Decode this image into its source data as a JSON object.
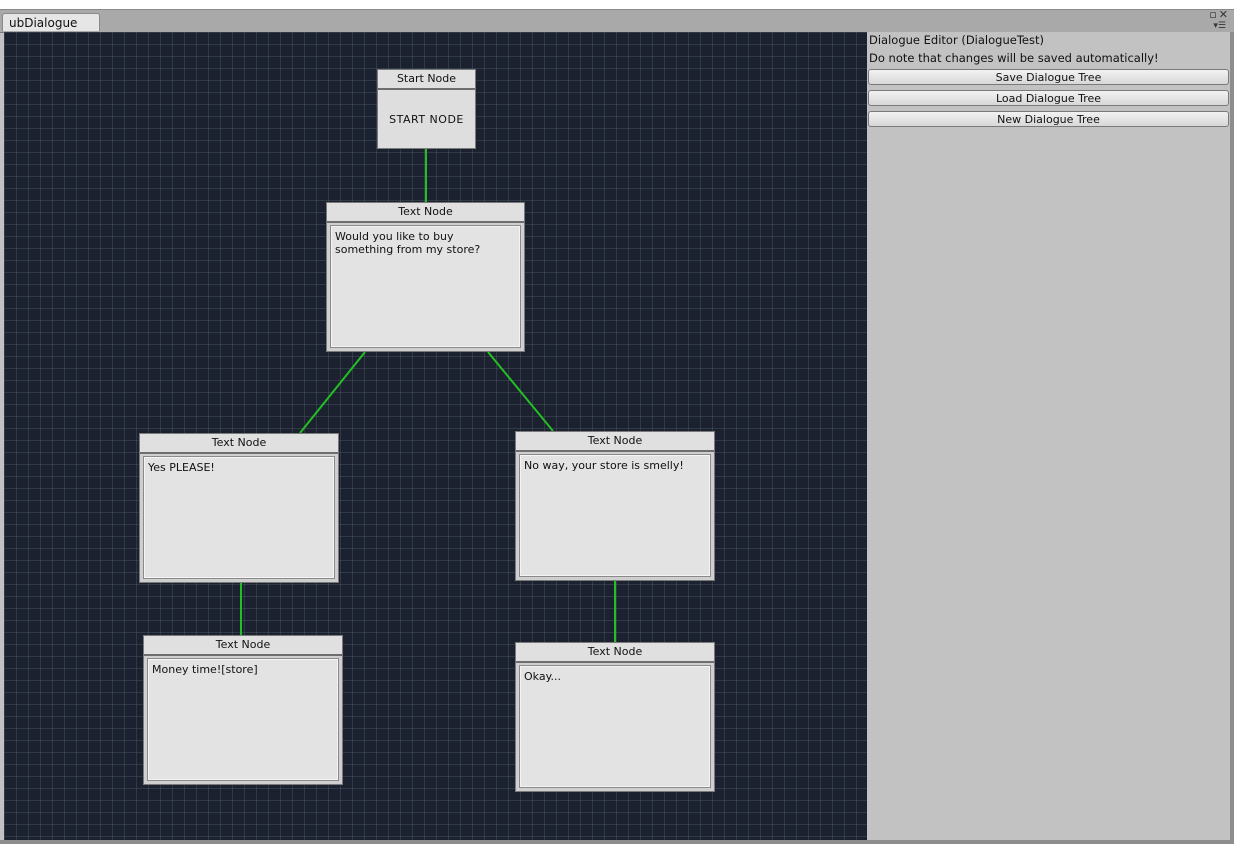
{
  "window": {
    "tab_label": "ubDialogue",
    "controls": {
      "maximize_icon": "maximize-icon",
      "close_icon": "close-icon",
      "menu_icon": "menu-icon"
    }
  },
  "colors": {
    "canvas_bg": "#1c2130",
    "edge": "#22c022",
    "panel_bg": "#c2c2c2"
  },
  "graph": {
    "start_node": {
      "header": "Start Node",
      "body": "START NODE"
    },
    "nodes": [
      {
        "header": "Text Node",
        "body": "Would you like to buy\nsomething from my store?"
      },
      {
        "header": "Text Node",
        "body": "Yes PLEASE!"
      },
      {
        "header": "Text Node",
        "body": "No way, your store is smelly!"
      },
      {
        "header": "Text Node",
        "body": "Money time![store]"
      },
      {
        "header": "Text Node",
        "body": "Okay..."
      }
    ]
  },
  "panel": {
    "title": "Dialogue Editor (DialogueTest)",
    "note": "Do note that changes will be saved automatically!",
    "buttons": {
      "save": "Save Dialogue Tree",
      "load": "Load Dialogue Tree",
      "new": "New Dialogue Tree"
    }
  }
}
